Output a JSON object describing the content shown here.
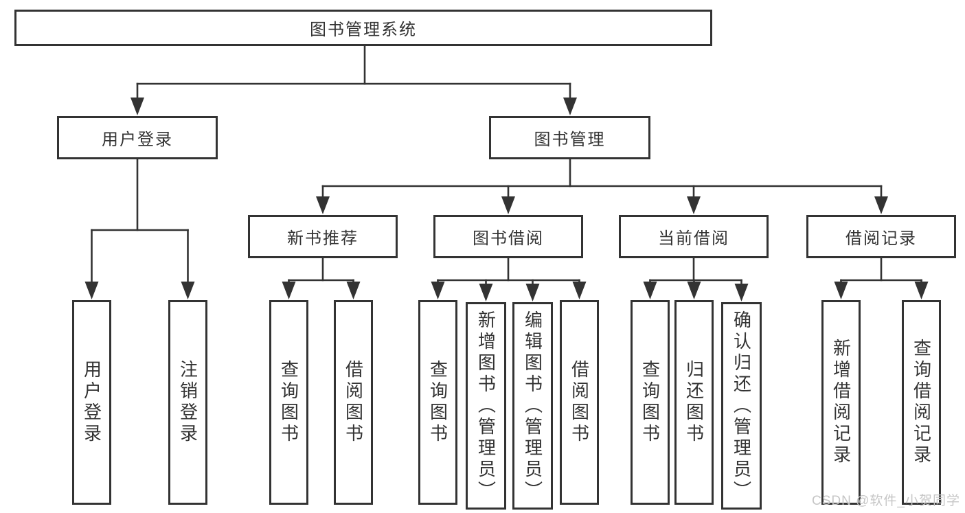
{
  "diagram": {
    "title": "图书管理系统",
    "root": {
      "label": "图书管理系统"
    },
    "level2": [
      {
        "label": "用户登录"
      },
      {
        "label": "图书管理"
      }
    ],
    "level3": [
      {
        "parent": "图书管理",
        "label": "新书推荐"
      },
      {
        "parent": "图书管理",
        "label": "图书借阅"
      },
      {
        "parent": "图书管理",
        "label": "当前借阅"
      },
      {
        "parent": "图书管理",
        "label": "借阅记录"
      }
    ],
    "leaves": [
      {
        "parent": "用户登录",
        "label": "用户登录"
      },
      {
        "parent": "用户登录",
        "label": "注销登录"
      },
      {
        "parent": "新书推荐",
        "label": "查询图书"
      },
      {
        "parent": "新书推荐",
        "label": "借阅图书"
      },
      {
        "parent": "图书借阅",
        "label": "查询图书"
      },
      {
        "parent": "图书借阅",
        "label": "新增图书（管理员）"
      },
      {
        "parent": "图书借阅",
        "label": "编辑图书（管理员）"
      },
      {
        "parent": "图书借阅",
        "label": "借阅图书"
      },
      {
        "parent": "当前借阅",
        "label": "查询图书"
      },
      {
        "parent": "当前借阅",
        "label": "归还图书"
      },
      {
        "parent": "当前借阅",
        "label": "确认归还（管理员）"
      },
      {
        "parent": "借阅记录",
        "label": "新增借阅记录"
      },
      {
        "parent": "借阅记录",
        "label": "查询借阅记录"
      }
    ],
    "colors": {
      "line": "#333333",
      "text": "#333333",
      "background": "#ffffff"
    }
  },
  "watermark": {
    "text": "CSDN @软件_小贺同学",
    "color": "#c6c6c6"
  }
}
